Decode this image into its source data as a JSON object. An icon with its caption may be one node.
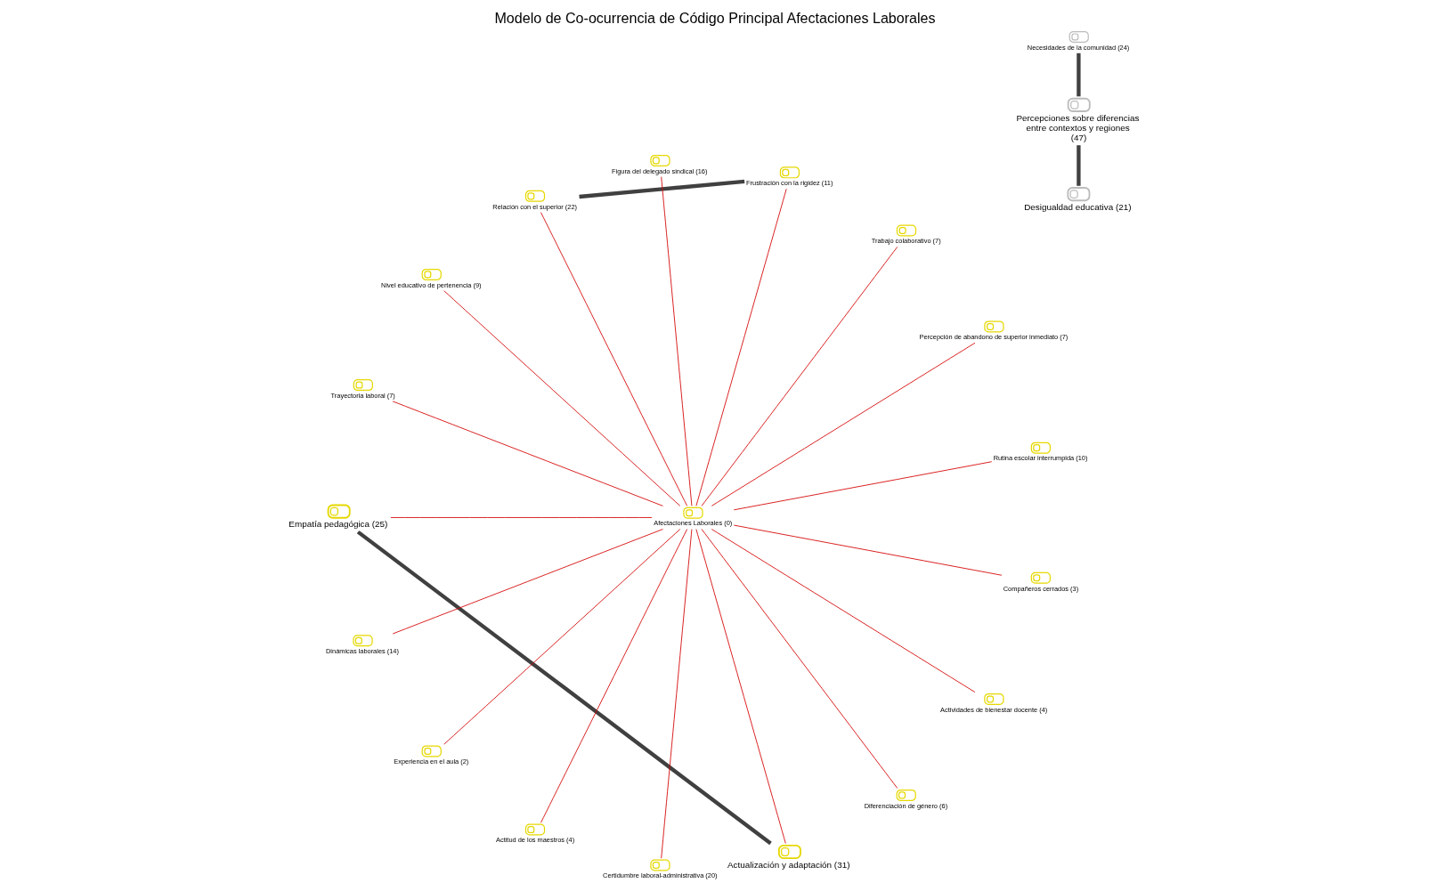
{
  "diagram": {
    "title": "Modelo de Co-ocurrencia de Código Principal Afectaciones Laborales",
    "nodes": [
      {
        "text": [
          "Rutina escolar interrumpida (10)"
        ]
      },
      {
        "text": [
          "Percepción de abandono de superior inmediato (7)"
        ]
      },
      {
        "text": [
          "Trabajo colaborativo (7)"
        ]
      },
      {
        "text": [
          "Frustración con la rigidez (11)"
        ]
      },
      {
        "text": [
          "Figura del delegado sindical (16)"
        ]
      },
      {
        "text": [
          "Relación con el superior (22)"
        ]
      },
      {
        "text": [
          "Nivel educativo de pertenencia (9)"
        ]
      },
      {
        "text": [
          "Trayectoria laboral (7)"
        ]
      },
      {
        "text": [
          "Empatía pedagógica (25)"
        ]
      },
      {
        "text": [
          "Desigualdad educativa (21)"
        ]
      },
      {
        "text": [
          "Percepciones sobre diferencias entre contextos y regiones (47)"
        ]
      },
      {
        "text": [
          "Necesidades de la comunidad (24)"
        ]
      },
      {
        "text": [
          "Dinámicas laborales (14)"
        ]
      },
      {
        "text": [
          "Experiencia en el aula (2)"
        ]
      },
      {
        "text": [
          "Actitud de los maestros (4)"
        ]
      },
      {
        "text": [
          "Afectaciones Laborales (0)"
        ]
      },
      {
        "text": [
          "Certidumbre laboral-administrativa (20)"
        ]
      },
      {
        "text": [
          "Actualización y adaptación (31)"
        ]
      },
      {
        "text": [
          "Diferenciación de género (6)"
        ]
      },
      {
        "text": [
          "Actividades de bienestar docente (4)"
        ]
      },
      {
        "text": [
          "Compañeros cerrados (3)"
        ]
      }
    ],
    "edges": [
      {
        "from": 15,
        "to": 0,
        "arrow": "none"
      },
      {
        "from": 15,
        "to": 1,
        "arrow": "none"
      },
      {
        "from": 15,
        "to": 2,
        "arrow": "none"
      },
      {
        "from": 15,
        "to": 3,
        "arrow": "none"
      },
      {
        "from": 15,
        "to": 4,
        "arrow": "none"
      },
      {
        "from": 15,
        "to": 5,
        "arrow": "none"
      },
      {
        "from": 15,
        "to": 6,
        "arrow": "none"
      },
      {
        "from": 15,
        "to": 7,
        "arrow": "none"
      },
      {
        "from": 15,
        "to": 8,
        "arrow": "none"
      },
      {
        "from": 15,
        "to": 12,
        "arrow": "none"
      },
      {
        "from": 15,
        "to": 13,
        "arrow": "none"
      },
      {
        "from": 15,
        "to": 14,
        "arrow": "none"
      },
      {
        "from": 15,
        "to": 16,
        "arrow": "none"
      },
      {
        "from": 15,
        "to": 17,
        "arrow": "none"
      },
      {
        "from": 15,
        "to": 18,
        "arrow": "none"
      },
      {
        "from": 15,
        "to": 19,
        "arrow": "none"
      },
      {
        "from": 15,
        "to": 20,
        "arrow": "none"
      },
      {
        "from": 9,
        "to": 10,
        "arrow": "none",
        "style": "thick",
        "color": "#404040"
      },
      {
        "from": 10,
        "to": 11,
        "arrow": "none",
        "style": "thick",
        "color": "#404040"
      },
      {
        "from": 8,
        "to": 17,
        "arrow": "none",
        "style": "thick",
        "color": "#404040"
      },
      {
        "from": 3,
        "to": 5,
        "arrow": "none",
        "style": "thick",
        "color": "#404040"
      }
    ]
  }
}
